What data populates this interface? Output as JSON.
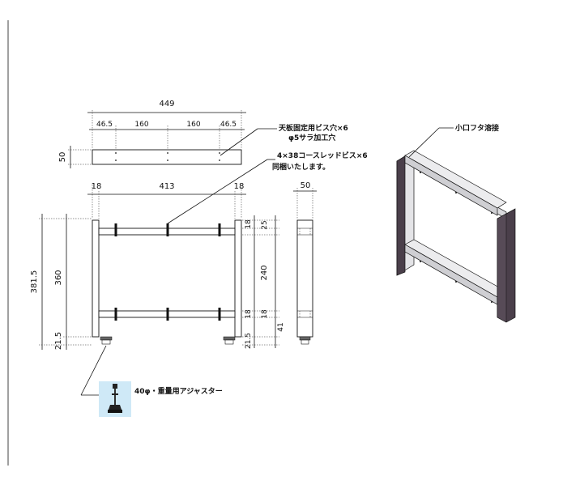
{
  "dimensions": {
    "top_total": "449",
    "top_sub": [
      "46.5",
      "160",
      "160",
      "46.5"
    ],
    "top_thickness": "50",
    "frame_side_left": "18",
    "frame_inner": "413",
    "frame_side_right": "18",
    "side_depth": "50",
    "overall_height": "381.5",
    "inner_height": "360",
    "adjuster_left": "21.5",
    "right_25": "25",
    "right_240": "240",
    "right_18_upper": "18",
    "right_18_lower": "18",
    "right_18_mid": "18",
    "right_21_5": "21.5",
    "right_41": "41"
  },
  "notes": {
    "top_holes_line1": "天板固定用ビス穴×6",
    "top_holes_line2": "φ5サラ加工穴",
    "screws_line1": "4×38コースレッドビス×6",
    "screws_line2": "同梱いたします。",
    "welded_cap": "小口フタ溶接",
    "adjuster": "40φ・重量用アジャスター"
  },
  "colors": {
    "line": "#111111",
    "frame_dark": "#4a3f4a",
    "frame_mid": "#d9d9dc",
    "frame_light": "#ececee",
    "adjuster_bg": "#cfe9f7"
  }
}
